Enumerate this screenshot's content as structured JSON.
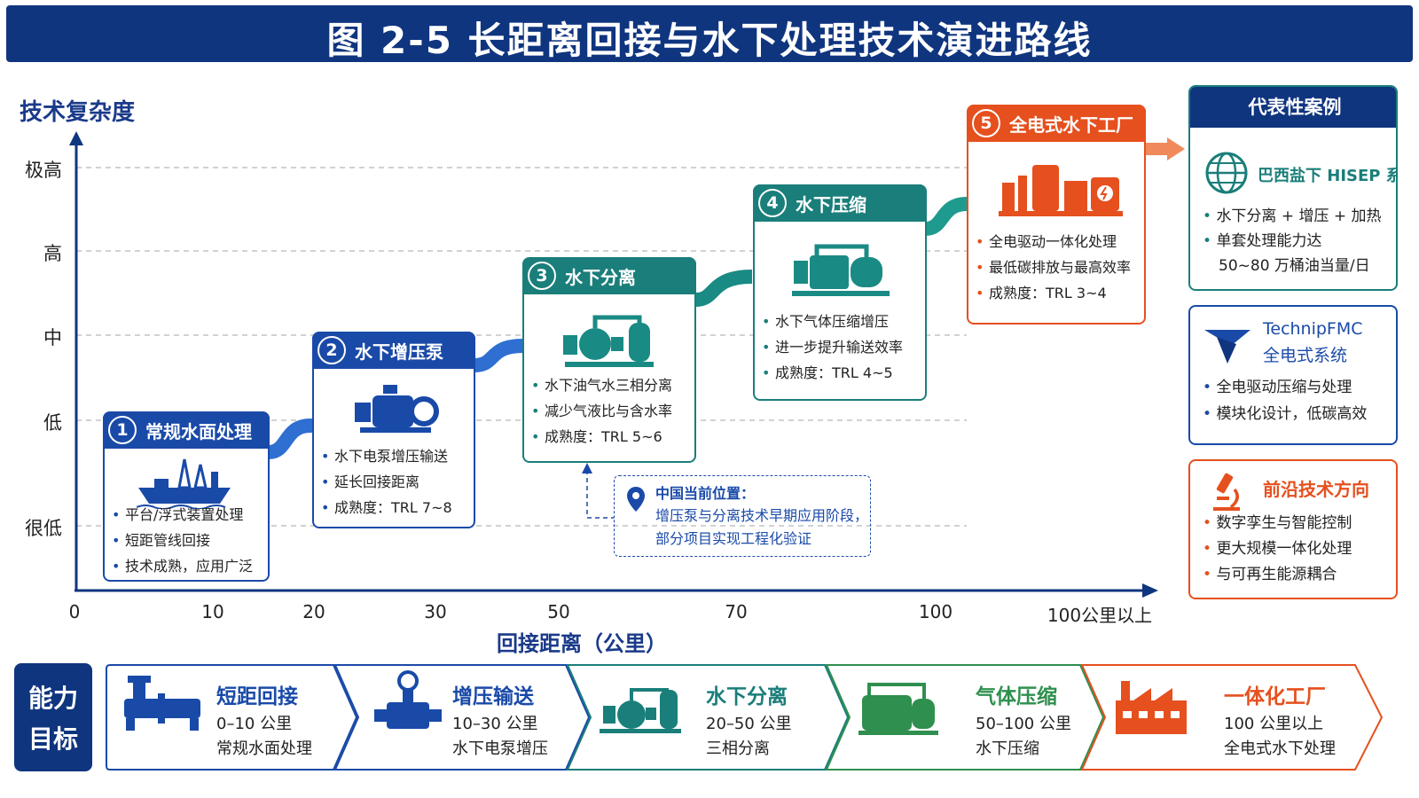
{
  "title": "图 2-5  长距离回接与水下处理技术演进路线",
  "y_axis": {
    "label": "技术复杂度",
    "levels": [
      "极高",
      "高",
      "中",
      "低",
      "很低"
    ]
  },
  "x_axis": {
    "label": "回接距离（公里）",
    "ticks": [
      "0",
      "10",
      "20",
      "30",
      "50",
      "70",
      "100",
      "100公里以上"
    ]
  },
  "stages": [
    {
      "num": "1",
      "title": "常规水面处理",
      "bullets": [
        "平台/浮式装置处理",
        "短距管线回接",
        "技术成熟，应用广泛"
      ],
      "icon": "platform-ship-icon"
    },
    {
      "num": "2",
      "title": "水下增压泵",
      "bullets": [
        "水下电泵增压输送",
        "延长回接距离",
        "成熟度：TRL 7~8"
      ],
      "icon": "pump-icon"
    },
    {
      "num": "3",
      "title": "水下分离",
      "bullets": [
        "水下油气水三相分离",
        "减少气液比与含水率",
        "成熟度：TRL 5~6"
      ],
      "icon": "separator-icon"
    },
    {
      "num": "4",
      "title": "水下压缩",
      "bullets": [
        "水下气体压缩增压",
        "进一步提升输送效率",
        "成熟度：TRL 4~5"
      ],
      "icon": "compressor-icon"
    },
    {
      "num": "5",
      "title": "全电式水下工厂",
      "bullets": [
        "全电驱动一体化处理",
        "最低碳排放与最高效率",
        "成熟度：TRL 3~4"
      ],
      "icon": "subsea-factory-icon"
    }
  ],
  "china_position": {
    "title": "中国当前位置：",
    "lines": [
      "增压泵与分离技术早期应用阶段，",
      "部分项目实现工程化验证"
    ]
  },
  "cases": {
    "header": "代表性案例",
    "case1": {
      "title": "巴西盐下 HISEP 系统",
      "bullets": [
        "水下分离 + 增压 + 加热",
        "单套处理能力达",
        "50~80 万桶油当量/日"
      ]
    },
    "case2": {
      "title1": "TechnipFMC",
      "title2": "全电式系统",
      "bullets": [
        "全电驱动压缩与处理",
        "模块化设计，低碳高效"
      ]
    },
    "case3": {
      "title": "前沿技术方向",
      "bullets": [
        "数字孪生与智能控制",
        "更大规模一体化处理",
        "与可再生能源耦合"
      ]
    }
  },
  "capability": {
    "label1": "能力",
    "label2": "目标",
    "items": [
      {
        "title": "短距回接",
        "range": "0–10 公里",
        "desc": "常规水面处理"
      },
      {
        "title": "增压输送",
        "range": "10–30 公里",
        "desc": "水下电泵增压"
      },
      {
        "title": "水下分离",
        "range": "20–50 公里",
        "desc": "三相分离"
      },
      {
        "title": "气体压缩",
        "range": "50–100 公里",
        "desc": "水下压缩"
      },
      {
        "title": "一体化工厂",
        "range": "100 公里以上",
        "desc": "全电式水下处理"
      }
    ]
  },
  "colors": {
    "navy": "#10357f",
    "blue": "#1a4aa8",
    "teal": "#1a7e7a",
    "green": "#2f8f4e",
    "orange": "#e5501e"
  }
}
